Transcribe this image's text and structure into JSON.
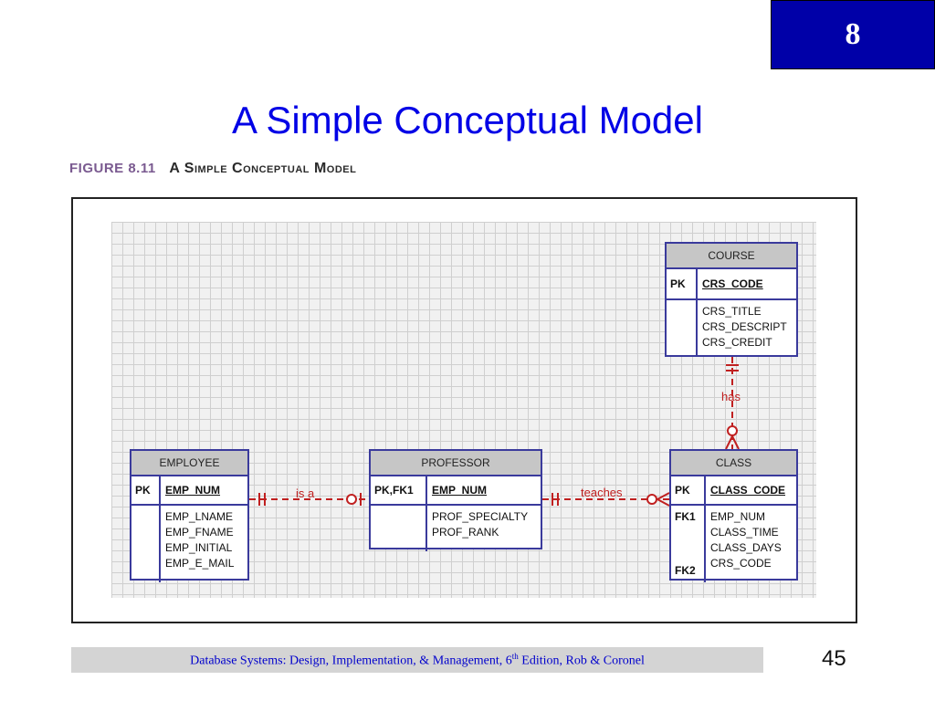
{
  "chapter_number": "8",
  "title": "A Simple Conceptual Model",
  "figure": {
    "number": "FIGURE 8.11",
    "title": "A Simple Conceptual Model"
  },
  "entities": {
    "course": {
      "name": "COURSE",
      "pk_label": "PK",
      "pk_attr": "CRS_CODE",
      "attrs": [
        "CRS_TITLE",
        "CRS_DESCRIPT",
        "CRS_CREDIT"
      ]
    },
    "employee": {
      "name": "EMPLOYEE",
      "pk_label": "PK",
      "pk_attr": "EMP_NUM",
      "attrs": [
        "EMP_LNAME",
        "EMP_FNAME",
        "EMP_INITIAL",
        "EMP_E_MAIL"
      ]
    },
    "professor": {
      "name": "PROFESSOR",
      "pk_label": "PK,FK1",
      "pk_attr": "EMP_NUM",
      "attrs": [
        "PROF_SPECIALTY",
        "PROF_RANK"
      ]
    },
    "class": {
      "name": "CLASS",
      "pk_label": "PK",
      "pk_attr": "CLASS_CODE",
      "fk1_label": "FK1",
      "fk2_label": "FK2",
      "attrs": [
        "EMP_NUM",
        "CLASS_TIME",
        "CLASS_DAYS",
        "CRS_CODE"
      ]
    }
  },
  "relationships": {
    "is_a": "is a",
    "teaches": "teaches",
    "has": "has"
  },
  "footer": {
    "text_before": "Database Systems: Design, Implementation, & Management, 6",
    "sup": "th",
    "text_after": " Edition, Rob & Coronel"
  },
  "page_number": "45",
  "colors": {
    "title": "#0000e6",
    "chapter_box": "#0000a8",
    "entity_border": "#3a3a9c",
    "relationship": "#c02020"
  }
}
